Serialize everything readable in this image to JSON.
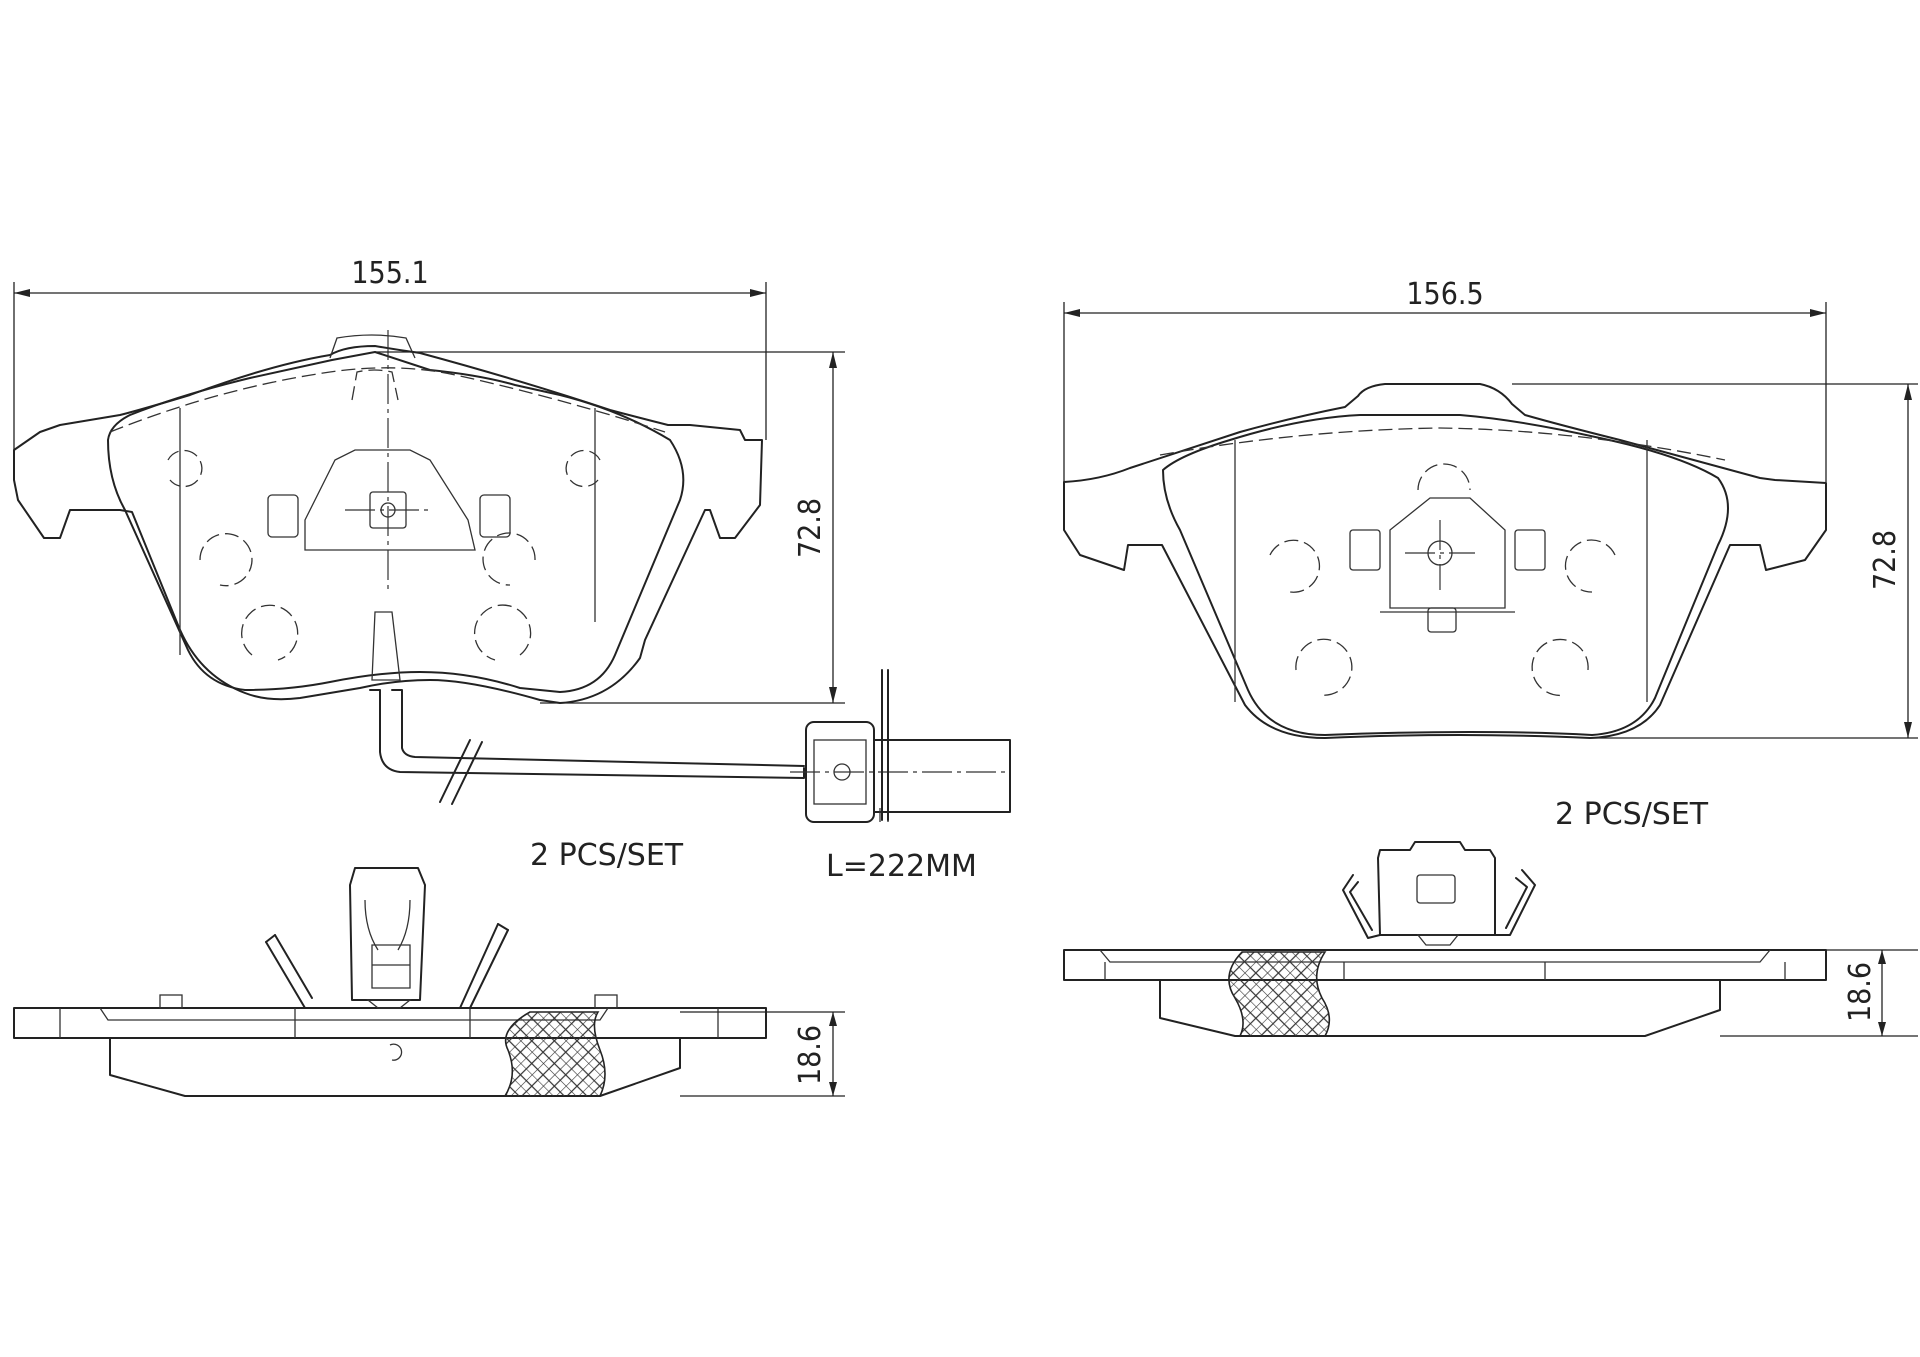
{
  "left_pad": {
    "width_dim": "155.1",
    "height_dim": "72.8",
    "thickness_dim": "18.6",
    "qty": "2 PCS/SET",
    "sensor_length": "L=222MM"
  },
  "right_pad": {
    "width_dim": "156.5",
    "height_dim": "72.8",
    "thickness_dim": "18.6",
    "qty": "2 PCS/SET"
  }
}
